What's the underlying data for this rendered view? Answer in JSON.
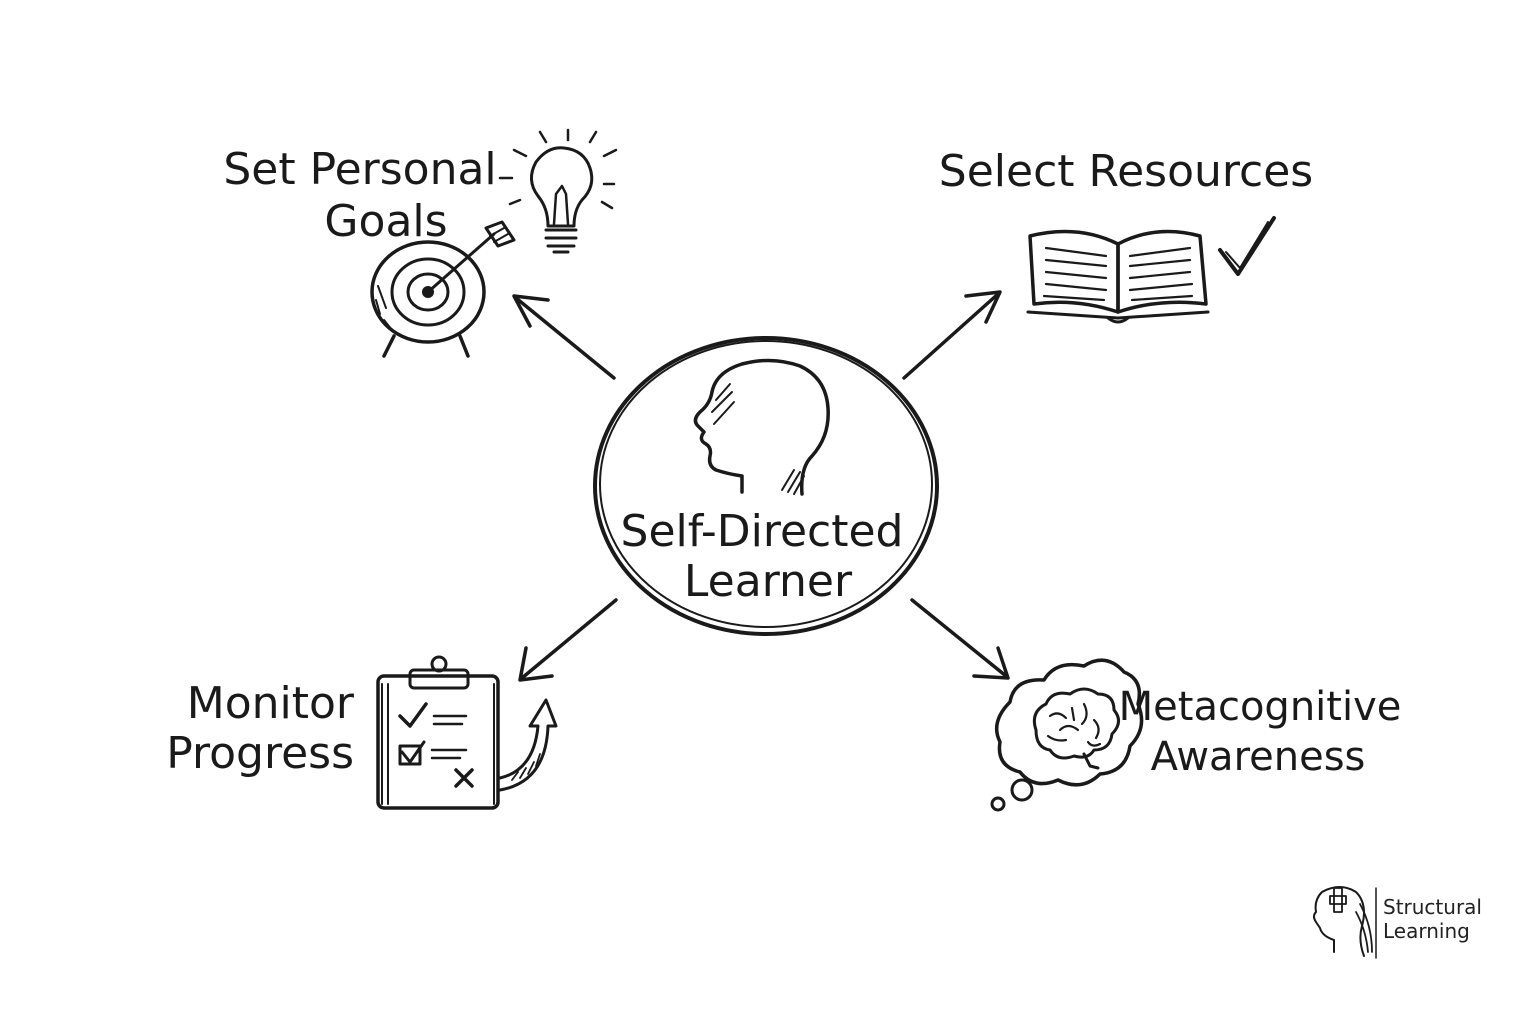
{
  "center": {
    "line1": "Self-Directed",
    "line2": "Learner"
  },
  "nodes": {
    "goals": {
      "line1": "Set Personal",
      "line2": "Goals"
    },
    "resources": {
      "line1": "Select Resources"
    },
    "progress": {
      "line1": "Monitor",
      "line2": "Progress"
    },
    "metacognition": {
      "line1": "Metacognitive",
      "line2": "Awareness"
    }
  },
  "brand": {
    "line1": "Structural",
    "line2": "Learning"
  },
  "colors": {
    "ink": "#1a1a1a",
    "background": "#ffffff"
  },
  "icons": {
    "goals": [
      "target-icon",
      "lightbulb-icon"
    ],
    "resources": [
      "open-book-icon",
      "checkmark-icon"
    ],
    "progress": [
      "clipboard-icon",
      "upward-arrow-icon"
    ],
    "metacognition": [
      "thought-bubble-icon",
      "brain-icon"
    ],
    "center": "head-profile-icon"
  }
}
